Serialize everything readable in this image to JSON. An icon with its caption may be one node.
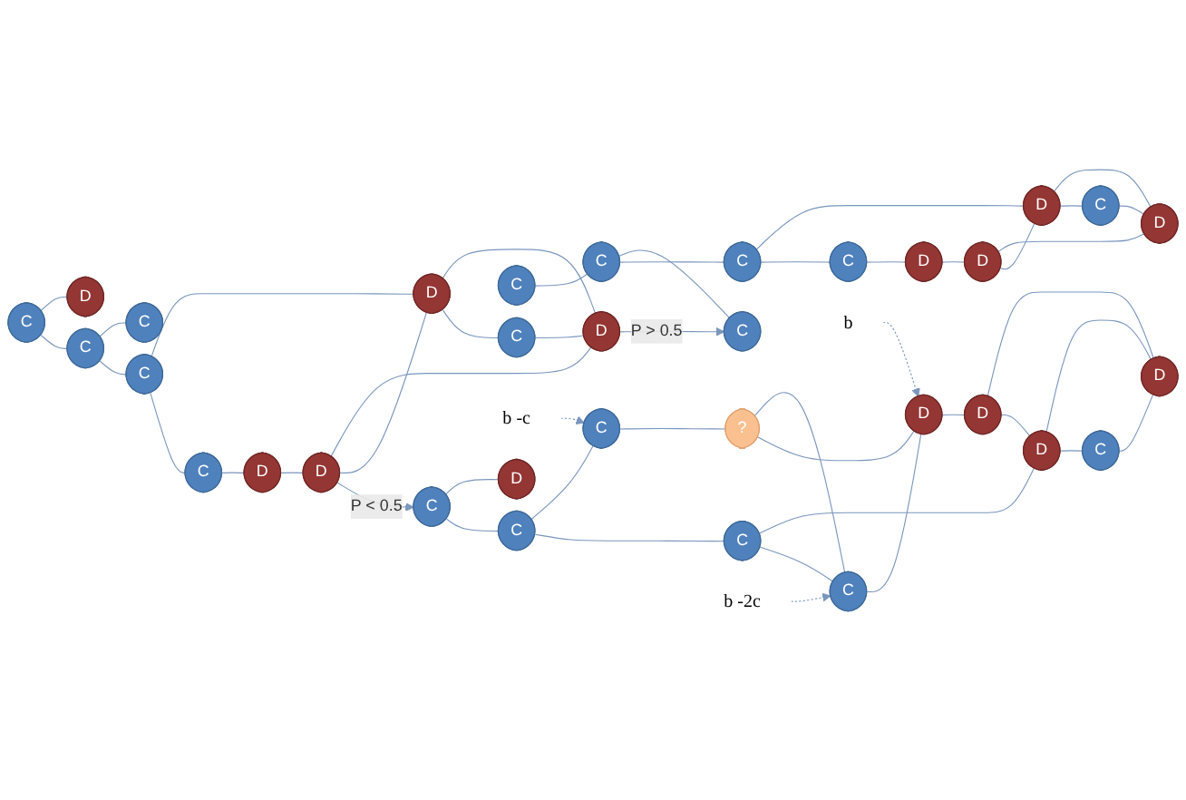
{
  "diagram": {
    "nodes": [
      {
        "text": [
          "C"
        ]
      },
      {
        "text": [
          "D"
        ]
      },
      {
        "text": [
          "C"
        ]
      },
      {
        "text": [
          "C"
        ]
      },
      {
        "text": [
          "C"
        ]
      },
      {
        "text": [
          "D"
        ]
      },
      {
        "text": [
          "D"
        ]
      },
      {
        "text": [
          "C"
        ]
      },
      {
        "text": [
          "C"
        ]
      },
      {
        "text": [
          "D"
        ]
      },
      {
        "text": [
          "D"
        ]
      },
      {
        "text": [
          "C"
        ]
      },
      {
        "text": [
          "C"
        ]
      },
      {
        "text": [
          "C"
        ]
      },
      {
        "text": [
          "C"
        ]
      },
      {
        "text": [
          "D"
        ]
      },
      {
        "text": [
          "D"
        ]
      },
      {
        "text": [
          "C"
        ]
      },
      {
        "text": [
          "C"
        ]
      },
      {
        "text": [
          "D"
        ]
      },
      {
        "text": [
          "D"
        ]
      },
      {
        "text": [
          "C"
        ]
      },
      {
        "text": [
          "D"
        ]
      },
      {
        "text": [
          "C"
        ]
      },
      {
        "text": [
          "C"
        ]
      },
      {
        "text": [
          "C"
        ]
      },
      {
        "text": [
          "D"
        ]
      },
      {
        "text": [
          "D"
        ]
      },
      {
        "text": [
          "C"
        ]
      },
      {
        "text": [
          "C"
        ]
      },
      {
        "text": [
          "?"
        ]
      },
      {
        "text": [
          "D"
        ]
      },
      {
        "text": [
          "D"
        ]
      },
      {
        "text": [
          "b -c"
        ]
      },
      {
        "text": [
          "b -2c"
        ]
      },
      {
        "text": [
          "b"
        ]
      }
    ],
    "edges": [
      {
        "from": 0,
        "to": 1,
        "arrow": "none"
      },
      {
        "from": 0,
        "to": 3,
        "arrow": "none"
      },
      {
        "from": 3,
        "to": 7,
        "arrow": "none"
      },
      {
        "from": 3,
        "to": 4,
        "arrow": "none"
      },
      {
        "from": 4,
        "to": 5,
        "arrow": "none"
      },
      {
        "from": 4,
        "to": 8,
        "arrow": "none"
      },
      {
        "from": 8,
        "to": 10,
        "arrow": "none"
      },
      {
        "from": 10,
        "to": 9,
        "arrow": "none"
      },
      {
        "from": 9,
        "to": 6,
        "arrow": "none"
      },
      {
        "from": 9,
        "to": 5,
        "arrow": "none"
      },
      {
        "from": 5,
        "to": 6,
        "arrow": "none"
      },
      {
        "from": 5,
        "to": 2,
        "arrow": "none"
      },
      {
        "from": 2,
        "to": 6,
        "arrow": "none"
      },
      {
        "from": 6,
        "to": 17,
        "arrow": "to",
        "label": "P > 0.5"
      },
      {
        "from": 9,
        "to": 21,
        "arrow": "to",
        "label": "P < 0.5"
      },
      {
        "from": 11,
        "to": 13,
        "arrow": "none"
      },
      {
        "from": 13,
        "to": 17,
        "arrow": "none"
      },
      {
        "from": 13,
        "to": 14,
        "arrow": "none"
      },
      {
        "from": 14,
        "to": 15,
        "arrow": "none"
      },
      {
        "from": 14,
        "to": 18,
        "arrow": "none"
      },
      {
        "from": 18,
        "to": 20,
        "arrow": "none"
      },
      {
        "from": 20,
        "to": 19,
        "arrow": "none"
      },
      {
        "from": 19,
        "to": 16,
        "arrow": "none"
      },
      {
        "from": 19,
        "to": 15,
        "arrow": "none"
      },
      {
        "from": 15,
        "to": 16,
        "arrow": "none"
      },
      {
        "from": 15,
        "to": 12,
        "arrow": "none"
      },
      {
        "from": 12,
        "to": 16,
        "arrow": "none"
      },
      {
        "from": 21,
        "to": 22,
        "arrow": "none"
      },
      {
        "from": 21,
        "to": 24,
        "arrow": "none"
      },
      {
        "from": 24,
        "to": 28,
        "arrow": "none"
      },
      {
        "from": 24,
        "to": 25,
        "arrow": "none"
      },
      {
        "from": 25,
        "to": 26,
        "arrow": "none"
      },
      {
        "from": 25,
        "to": 29,
        "arrow": "none"
      },
      {
        "from": 29,
        "to": 32,
        "arrow": "none"
      },
      {
        "from": 32,
        "to": 31,
        "arrow": "none"
      },
      {
        "from": 31,
        "to": 27,
        "arrow": "none"
      },
      {
        "from": 31,
        "to": 26,
        "arrow": "none"
      },
      {
        "from": 26,
        "to": 27,
        "arrow": "none"
      },
      {
        "from": 26,
        "to": 23,
        "arrow": "none"
      },
      {
        "from": 23,
        "to": 27,
        "arrow": "none"
      },
      {
        "from": 28,
        "to": 30,
        "arrow": "none"
      },
      {
        "from": 30,
        "to": 29,
        "arrow": "none"
      },
      {
        "from": 30,
        "to": 32,
        "arrow": "none"
      },
      {
        "from": 33,
        "to": 28,
        "arrow": "to",
        "style": "dashed"
      },
      {
        "from": 34,
        "to": 29,
        "arrow": "to",
        "style": "dashed"
      },
      {
        "from": 35,
        "to": 32,
        "arrow": "to",
        "style": "dashed"
      }
    ]
  }
}
